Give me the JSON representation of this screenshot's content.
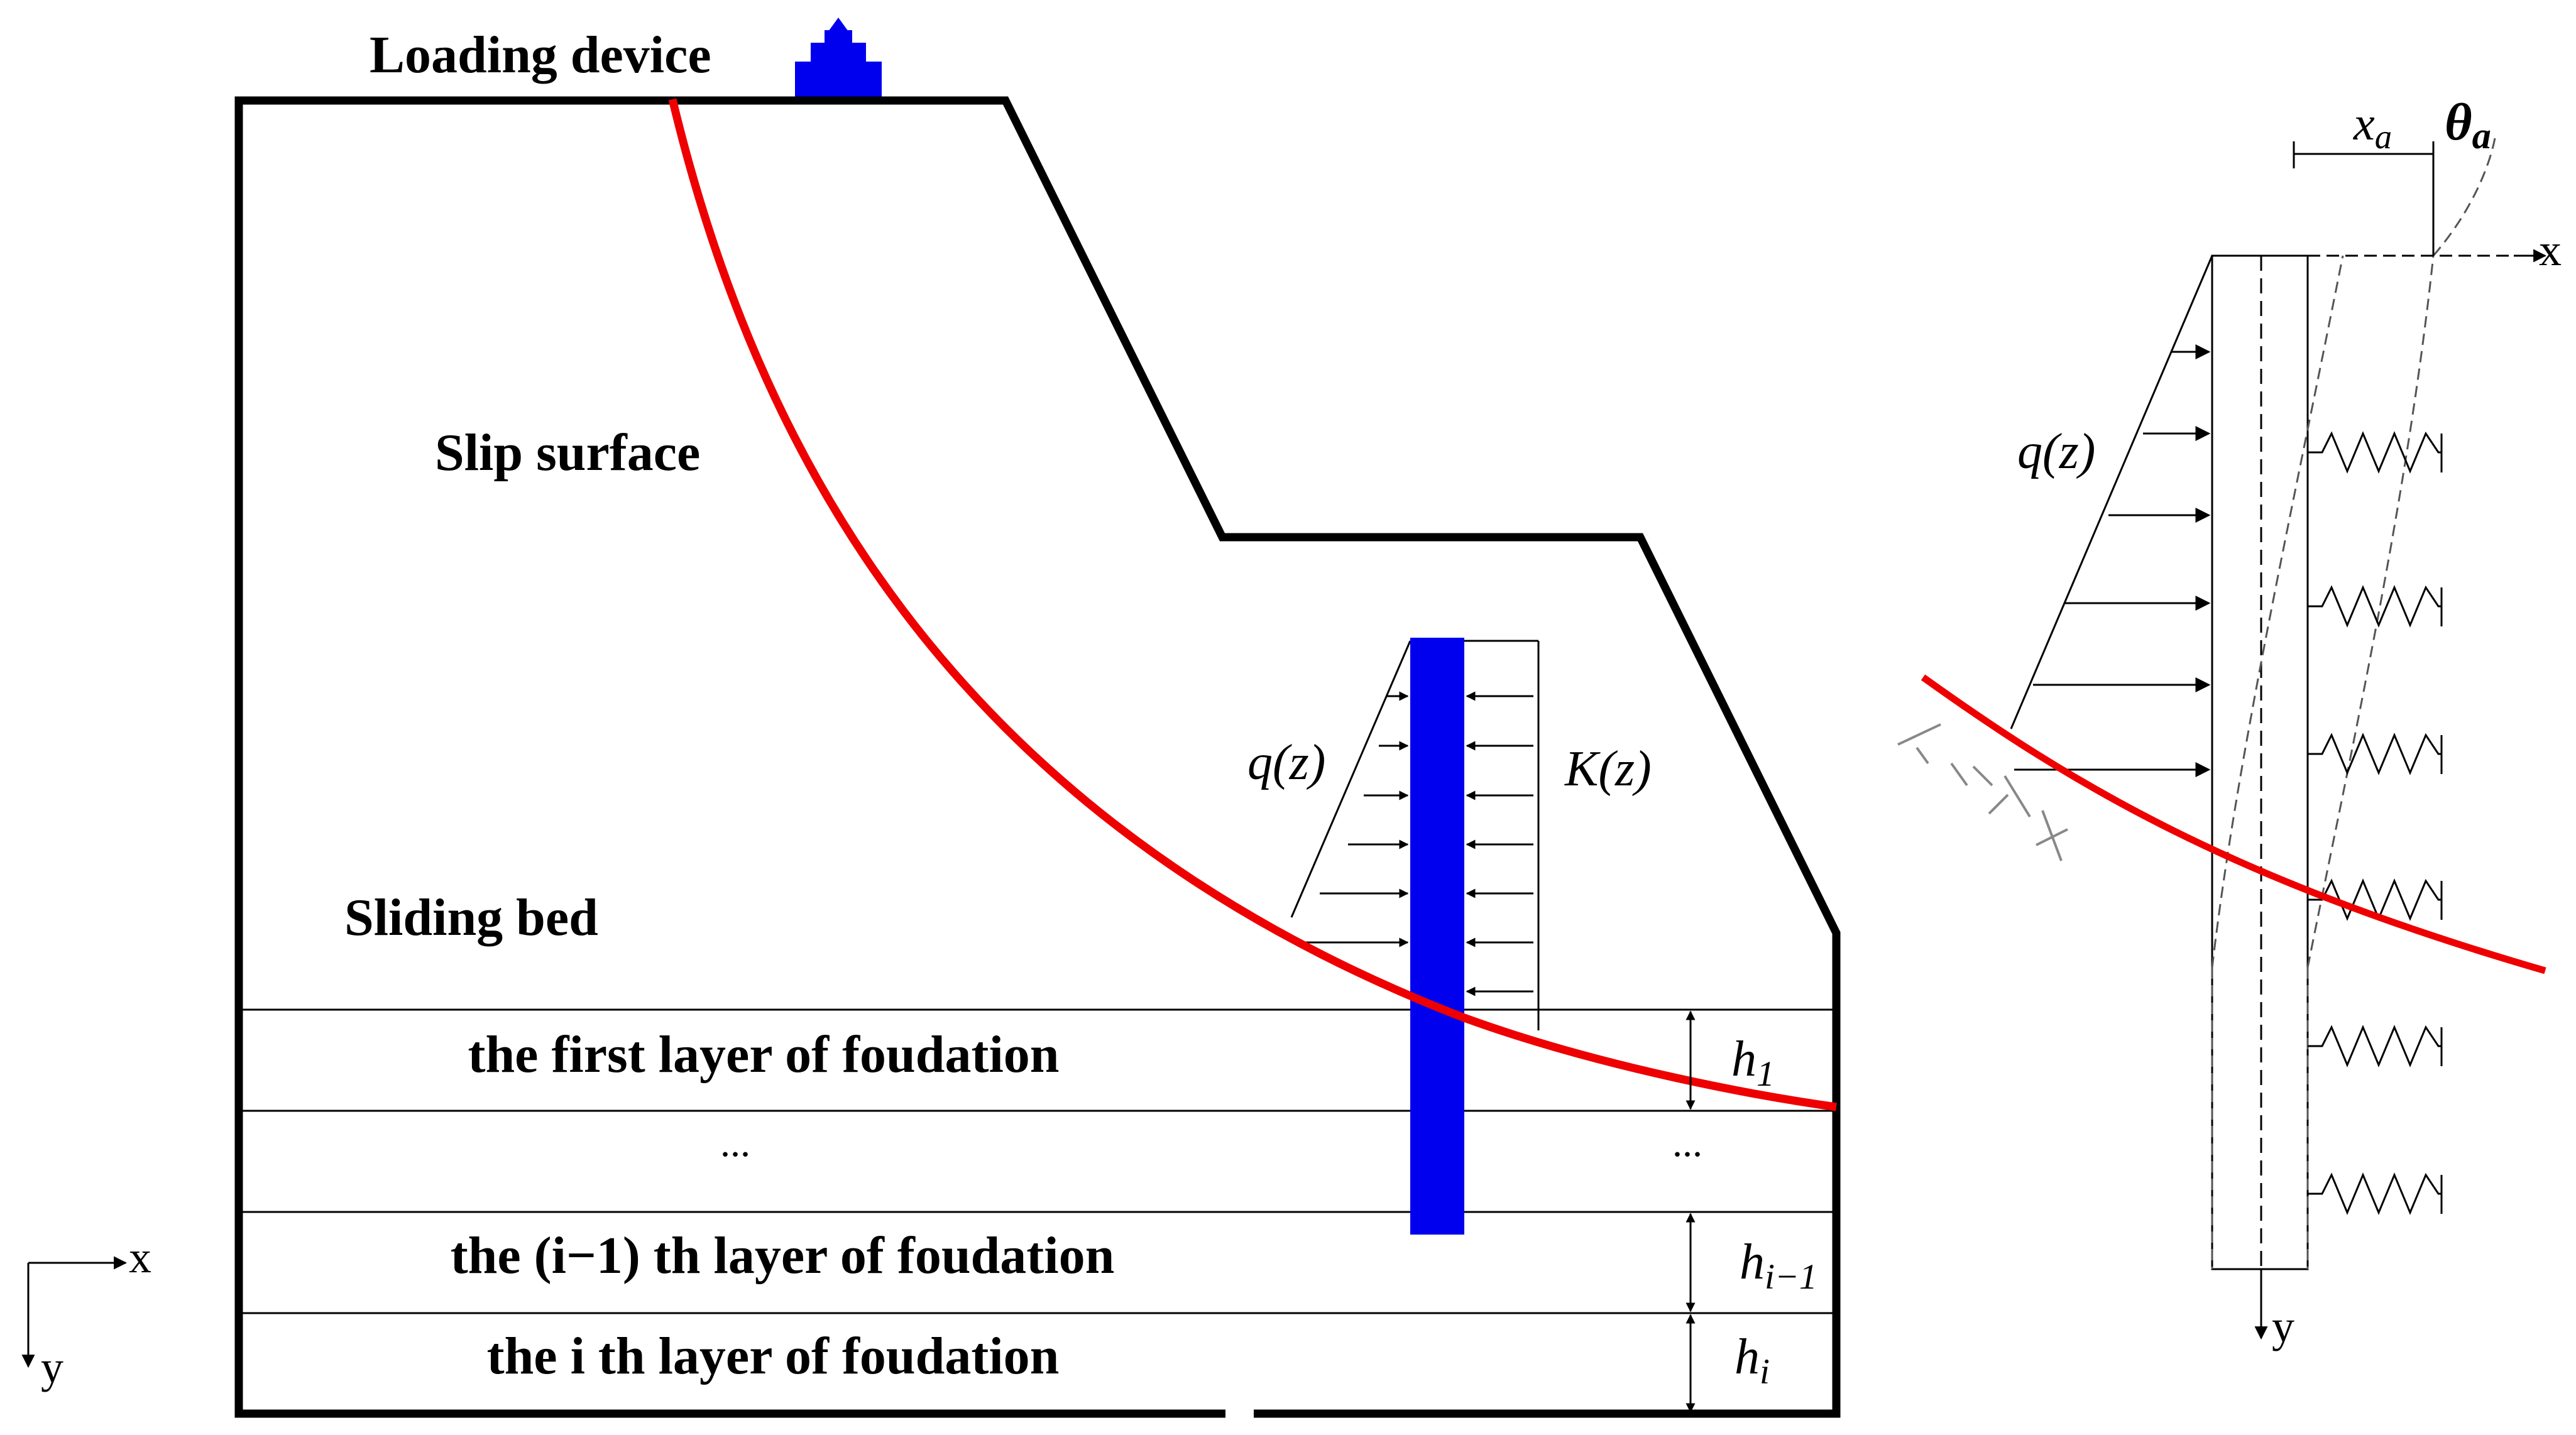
{
  "labels": {
    "loading_device": "Loading device",
    "slip_surface": "Slip surface",
    "sliding_bed": "Sliding bed",
    "layer_first": "the first layer of foudation",
    "layer_dots": "...",
    "layer_i_minus_1": "the (i−1) th layer of foudation",
    "layer_i": "the i th layer of foudation",
    "q_z": "q(z)",
    "k_z": "K(z)",
    "dots_right": "..."
  },
  "heights": {
    "h1_base": "h",
    "h1_sub": "1",
    "hi1_base": "h",
    "hi1_sub": "i−1",
    "hi_base": "h",
    "hi_sub": "i"
  },
  "axes_left": {
    "x": "x",
    "y": "y"
  },
  "right_panel": {
    "xa_base": "x",
    "xa_sub": "a",
    "theta_base": "θ",
    "theta_sub": "a",
    "x_axis": "x",
    "y_axis": "y",
    "q_z": "q(z)"
  },
  "colors": {
    "slip_line": "#ee0000",
    "pile": "#0000ee",
    "outline": "#000000"
  }
}
